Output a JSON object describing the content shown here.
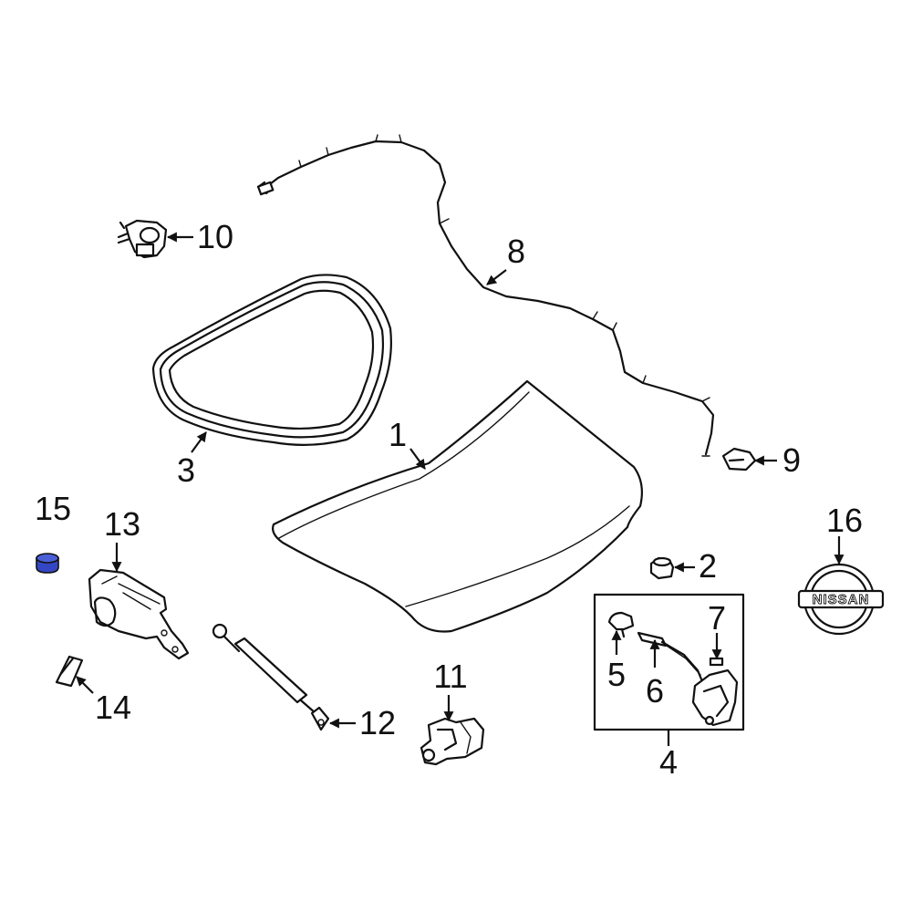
{
  "callouts": [
    {
      "id": "1",
      "text": "1"
    },
    {
      "id": "2",
      "text": "2"
    },
    {
      "id": "3",
      "text": "3"
    },
    {
      "id": "4",
      "text": "4"
    },
    {
      "id": "5",
      "text": "5"
    },
    {
      "id": "6",
      "text": "6"
    },
    {
      "id": "7",
      "text": "7"
    },
    {
      "id": "8",
      "text": "8"
    },
    {
      "id": "9",
      "text": "9"
    },
    {
      "id": "10",
      "text": "10"
    },
    {
      "id": "11",
      "text": "11"
    },
    {
      "id": "12",
      "text": "12"
    },
    {
      "id": "13",
      "text": "13"
    },
    {
      "id": "14",
      "text": "14"
    },
    {
      "id": "15",
      "text": "15"
    },
    {
      "id": "16",
      "text": "16"
    }
  ],
  "emblem": {
    "text": "NISSAN"
  },
  "colors": {
    "line": "#111111",
    "background": "#ffffff",
    "highlight": "#3347c4"
  }
}
